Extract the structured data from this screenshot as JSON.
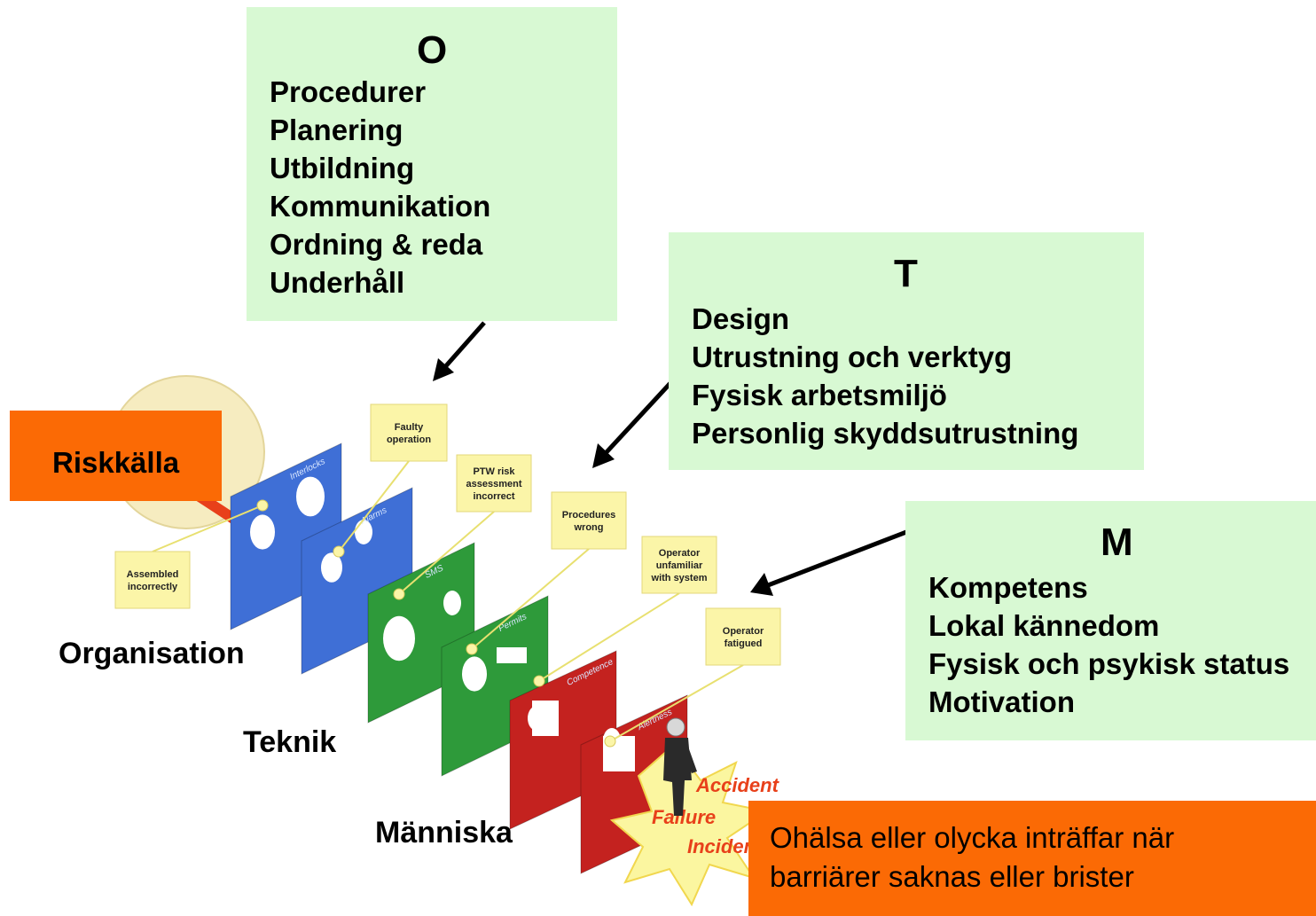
{
  "boxes": {
    "o": {
      "letter": "O",
      "items": [
        "Procedurer",
        "Planering",
        "Utbildning",
        "Kommunikation",
        "Ordning & reda",
        "Underhåll"
      ]
    },
    "t": {
      "letter": "T",
      "items": [
        "Design",
        "Utrustning och verktyg",
        "Fysisk arbetsmiljö",
        "Personlig skyddsutrustning"
      ]
    },
    "m": {
      "letter": "M",
      "items": [
        "Kompetens",
        "Lokal kännedom",
        "Fysisk och psykisk status",
        "Motivation"
      ]
    }
  },
  "risk_source": "Riskkälla",
  "outcome": [
    "Ohälsa eller olycka inträffar när",
    "barriärer saknas eller brister"
  ],
  "layers": [
    "Organisation",
    "Teknik",
    "Människa"
  ],
  "notes": [
    [
      "Assembled",
      "incorrectly"
    ],
    [
      "Faulty",
      "operation"
    ],
    [
      "PTW risk",
      "assessment",
      "incorrect"
    ],
    [
      "Procedures",
      "wrong"
    ],
    [
      "Operator",
      "unfamiliar",
      "with system"
    ],
    [
      "Operator",
      "fatigued"
    ]
  ],
  "plate_labels": [
    "Interlocks",
    "Alarms",
    "SMS",
    "Permits",
    "Competence",
    "Alertness"
  ],
  "burst_words": [
    "Accident",
    "Failure",
    "Incident"
  ],
  "colors": {
    "green_box": "#d8f9d3",
    "orange_banner": "#fb6a05",
    "plate_blue": "#3f6fd6",
    "plate_green": "#2e9a3a",
    "plate_red": "#c4221f",
    "note_yellow": "#fbf5a8",
    "beam": "#e8401a"
  }
}
